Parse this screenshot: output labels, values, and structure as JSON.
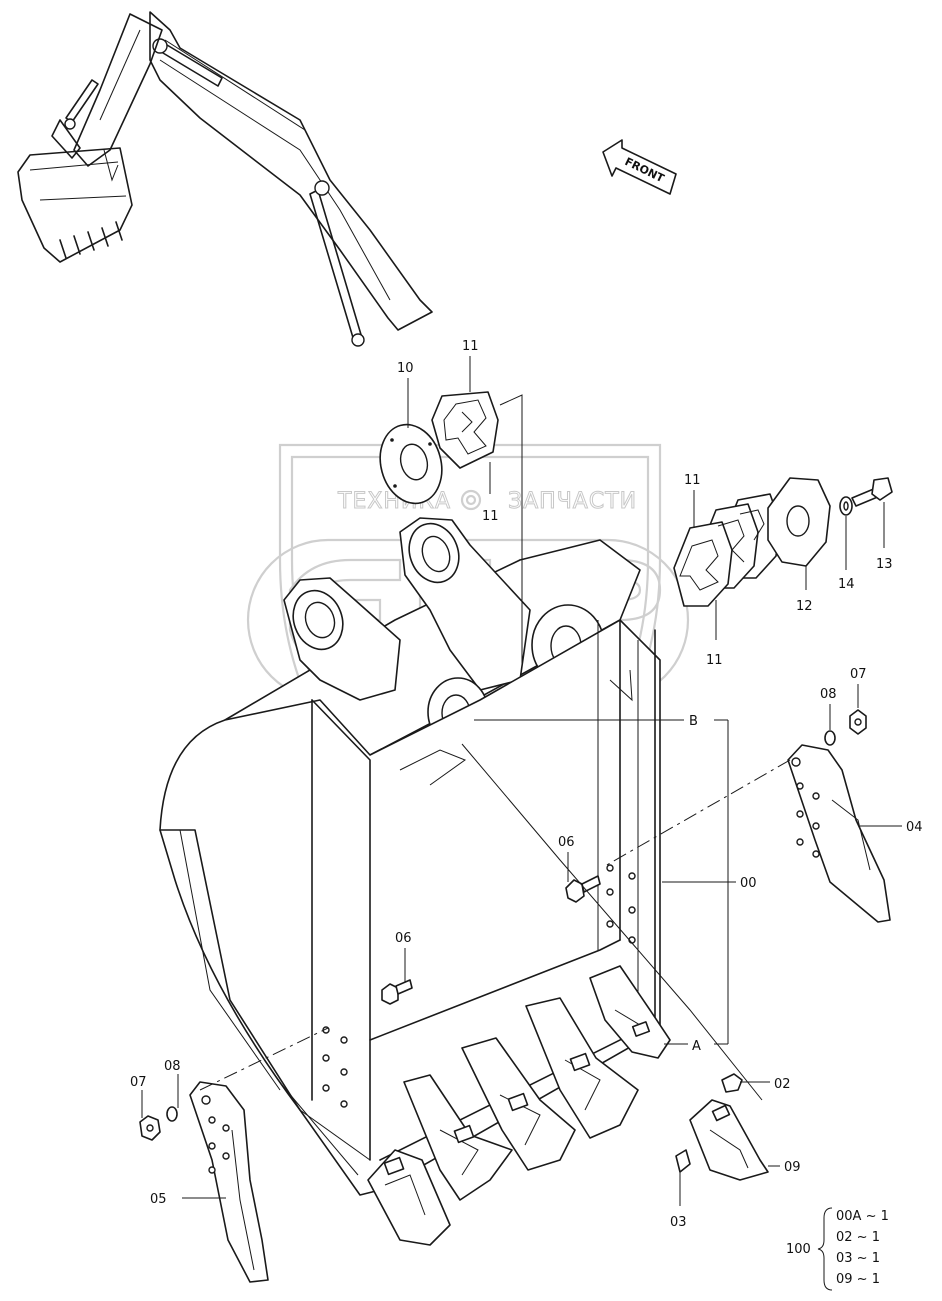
{
  "watermark": {
    "left_text": "ТЕХНИКА",
    "right_text": "ЗАПЧАСТИ",
    "emblem": "gear-icon"
  },
  "front_arrow": {
    "label": "FRONT"
  },
  "callouts": [
    {
      "id": "c10",
      "text": "10"
    },
    {
      "id": "c11a",
      "text": "11"
    },
    {
      "id": "c11b",
      "text": "11"
    },
    {
      "id": "c11c",
      "text": "11"
    },
    {
      "id": "c11d",
      "text": "11"
    },
    {
      "id": "c12",
      "text": "12"
    },
    {
      "id": "c13",
      "text": "13"
    },
    {
      "id": "c14",
      "text": "14"
    },
    {
      "id": "c07r",
      "text": "07"
    },
    {
      "id": "c08r",
      "text": "08"
    },
    {
      "id": "cB",
      "text": "B"
    },
    {
      "id": "c04",
      "text": "04"
    },
    {
      "id": "c06a",
      "text": "06"
    },
    {
      "id": "c00",
      "text": "00"
    },
    {
      "id": "c06b",
      "text": "06"
    },
    {
      "id": "cA",
      "text": "A"
    },
    {
      "id": "c07l",
      "text": "07"
    },
    {
      "id": "c08l",
      "text": "08"
    },
    {
      "id": "c02",
      "text": "02"
    },
    {
      "id": "c09",
      "text": "09"
    },
    {
      "id": "c05",
      "text": "05"
    },
    {
      "id": "c03",
      "text": "03"
    }
  ],
  "kit": {
    "label": "100",
    "items": [
      "00A ~ 1",
      "02 ~ 1",
      "03 ~ 1",
      "09 ~ 1"
    ]
  }
}
